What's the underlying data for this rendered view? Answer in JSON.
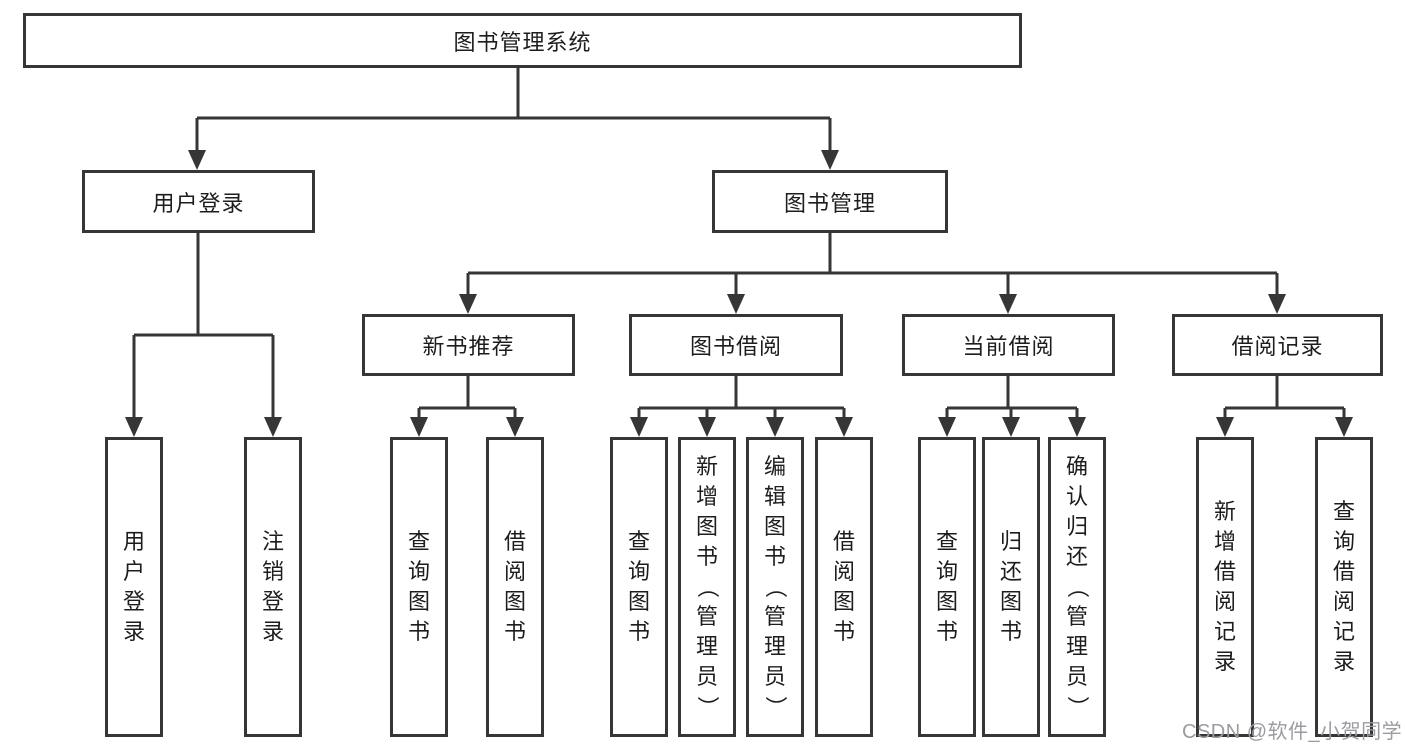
{
  "diagram": {
    "root": "图书管理系统",
    "branches": [
      {
        "label": "用户登录",
        "children": [
          "用户登录",
          "注销登录"
        ]
      },
      {
        "label": "图书管理",
        "groups": [
          {
            "label": "新书推荐",
            "children": [
              "查询图书",
              "借阅图书"
            ]
          },
          {
            "label": "图书借阅",
            "children": [
              "查询图书",
              "新增图书（管理员）",
              "编辑图书（管理员）",
              "借阅图书"
            ]
          },
          {
            "label": "当前借阅",
            "children": [
              "查询图书",
              "归还图书",
              "确认归还（管理员）"
            ]
          },
          {
            "label": "借阅记录",
            "children": [
              "新增借阅记录",
              "查询借阅记录"
            ]
          }
        ]
      }
    ],
    "colors": {
      "line": "#363636",
      "text": "#1d1d1d",
      "watermark": "#9b9ba1",
      "background": "#ffffff"
    }
  },
  "watermark": "CSDN @软件_小贺同学"
}
